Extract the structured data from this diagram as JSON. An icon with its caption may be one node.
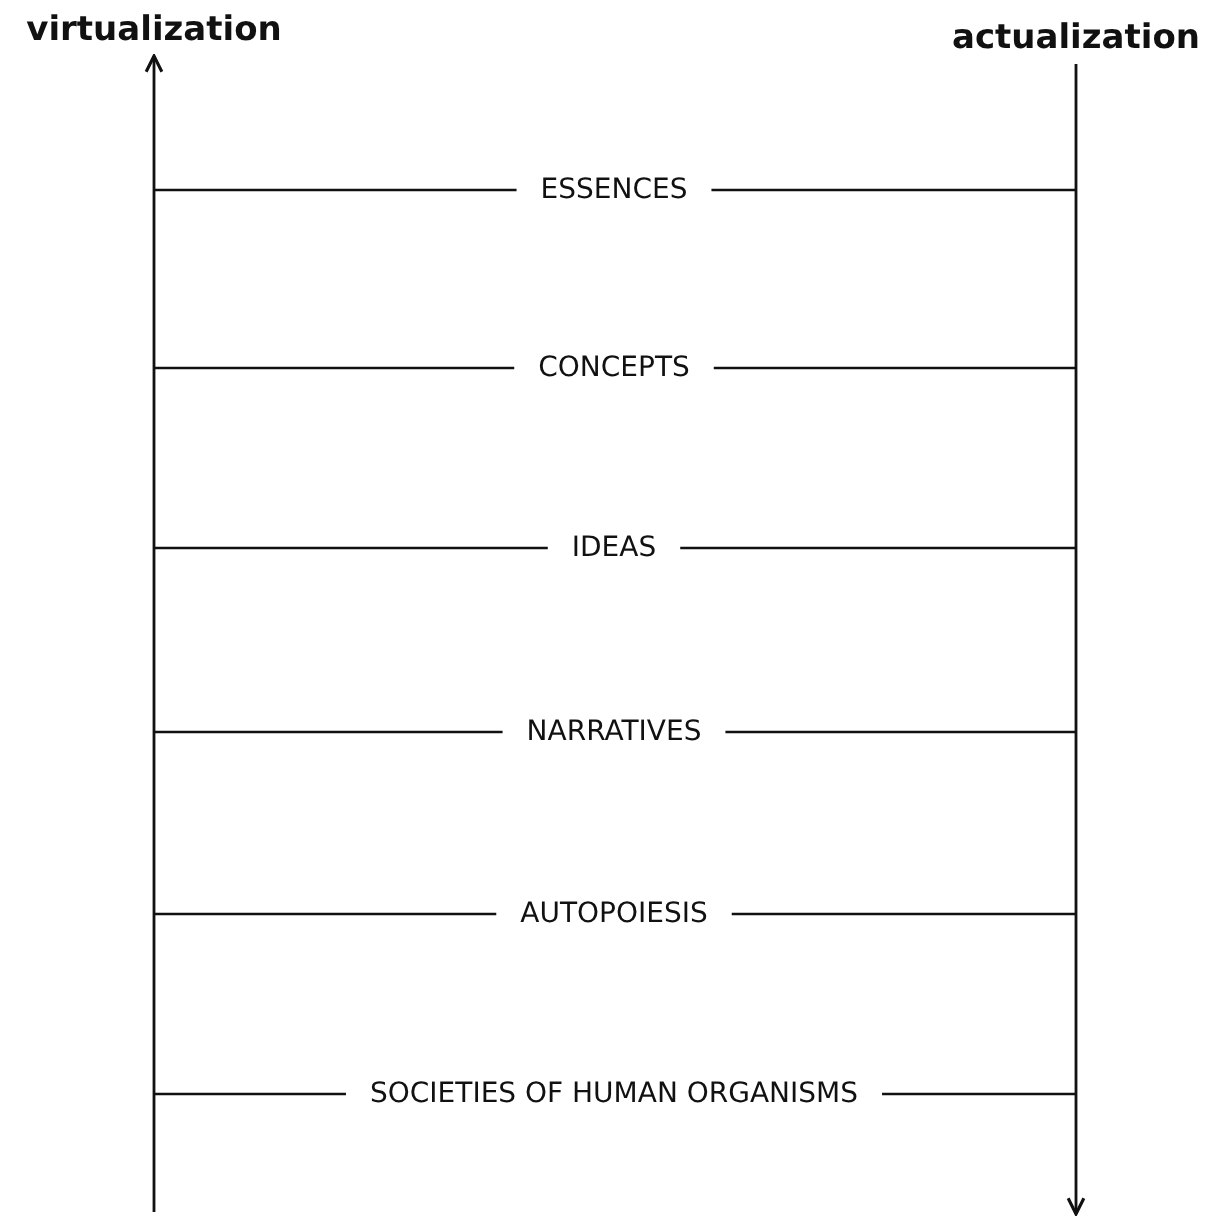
{
  "diagram": {
    "nodes": [
      {
        "text": [
          "virtualization"
        ]
      },
      {
        "text": [
          "actualization"
        ]
      }
    ],
    "edges": [
      {
        "from": null,
        "to": 0,
        "arrow": "to"
      },
      {
        "from": 1,
        "to": null,
        "arrow": "to"
      }
    ],
    "labels": [
      "ESSENCES",
      "CONCEPTS",
      "IDEAS",
      "NARRATIVES",
      "AUTOPOIESIS",
      "SOCIETIES OF HUMAN ORGANISMS"
    ]
  }
}
